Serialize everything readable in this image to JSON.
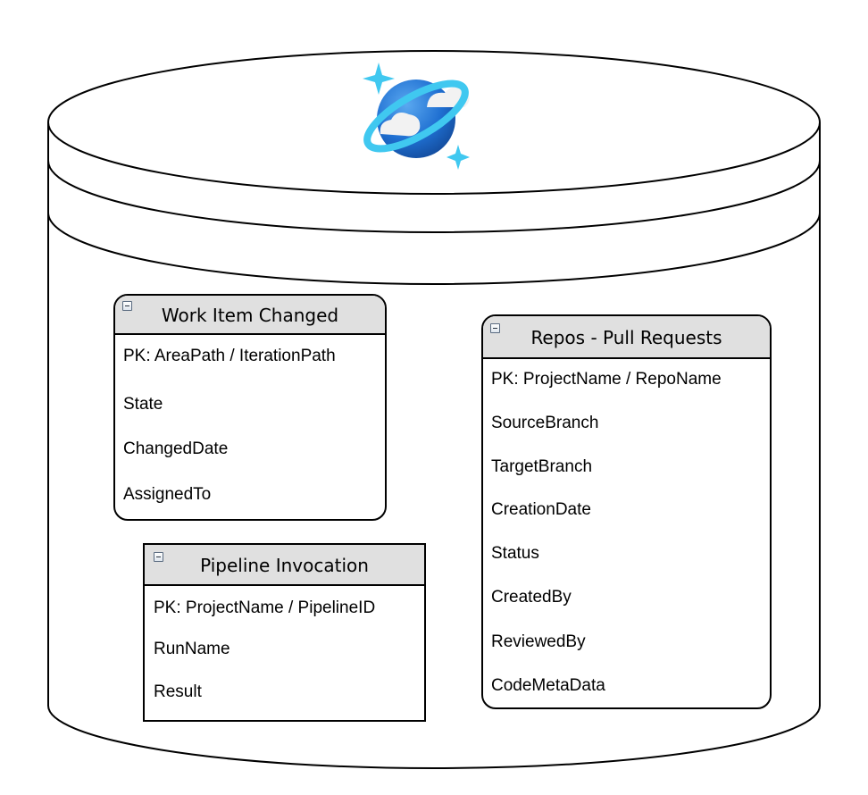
{
  "database_icon": "azure-cosmos-db-icon",
  "colors": {
    "stroke": "#000000",
    "header_fill": "#e0e0e0",
    "planet_blue": "#1f6fd1",
    "ring_cyan": "#40c8f0"
  },
  "entities": {
    "work_item": {
      "title": "Work Item Changed",
      "fields": [
        "PK: AreaPath / IterationPath",
        "State",
        "ChangedDate",
        "AssignedTo"
      ]
    },
    "pipeline": {
      "title": "Pipeline Invocation",
      "fields": [
        "PK: ProjectName / PipelineID",
        "RunName",
        "Result"
      ]
    },
    "repos": {
      "title": "Repos - Pull Requests",
      "fields": [
        "PK: ProjectName / RepoName",
        "SourceBranch",
        "TargetBranch",
        "CreationDate",
        "Status",
        "CreatedBy",
        "ReviewedBy",
        "CodeMetaData"
      ]
    }
  }
}
